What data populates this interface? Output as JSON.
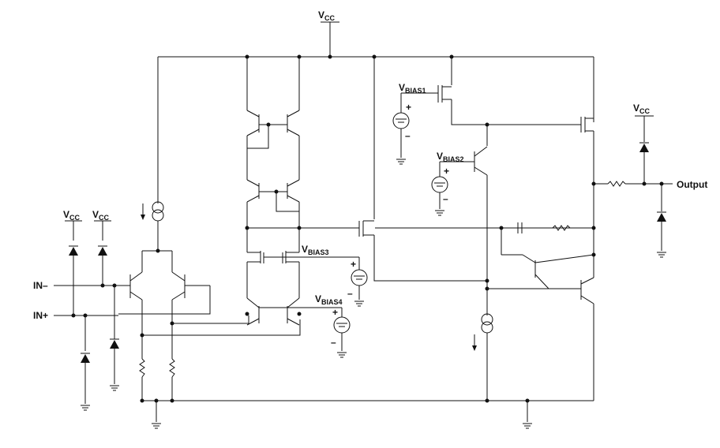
{
  "labels": {
    "vcc_top": {
      "main": "V",
      "sub": "CC"
    },
    "vcc_in1": {
      "main": "V",
      "sub": "CC"
    },
    "vcc_in2": {
      "main": "V",
      "sub": "CC"
    },
    "vcc_out": {
      "main": "V",
      "sub": "CC"
    },
    "in_minus": "IN–",
    "in_plus": "IN+",
    "output": "Output",
    "vbias1": {
      "main": "V",
      "sub": "BIAS1"
    },
    "vbias2": {
      "main": "V",
      "sub": "BIAS2"
    },
    "vbias3": {
      "main": "V",
      "sub": "BIAS3"
    },
    "vbias4": {
      "main": "V",
      "sub": "BIAS4"
    }
  },
  "signs": {
    "plus": "+",
    "minus": "–"
  }
}
